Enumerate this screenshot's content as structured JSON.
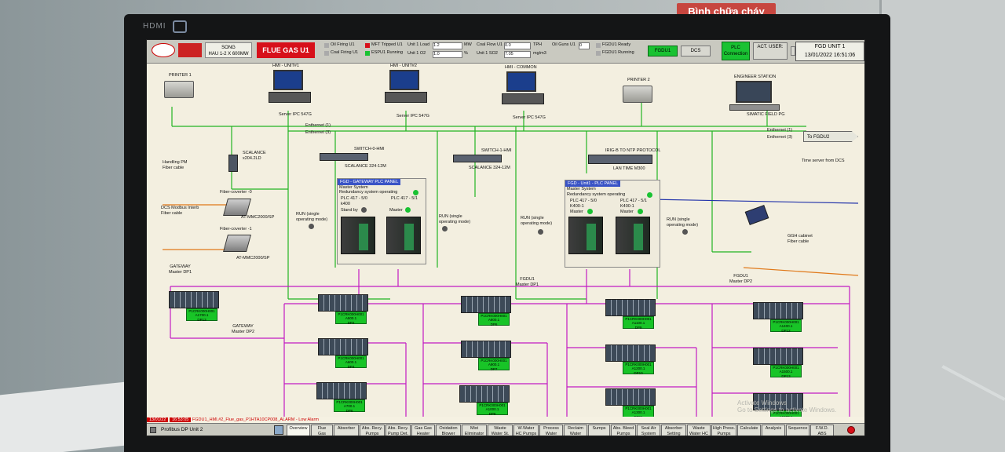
{
  "room": {
    "sign": "Bình chữa cháy"
  },
  "monitor": {
    "brand": "HDMI"
  },
  "topbar": {
    "plant_line1": "SONG",
    "plant_line2": "HAU 1-2 X 600MW",
    "title": "FLUE GAS U1",
    "oil_firing": "Oil Firing U1",
    "coal_firing": "Coal Firing U1",
    "mft": "MFT Tripped U1",
    "espu": "ESPU1 Running",
    "unit_load_label": "Unit 1 Load",
    "unit_load_value": "1.2",
    "unit_load_unit": "MW",
    "unit_o2_label": "Unit 1 O2",
    "unit_o2_value": "1.0",
    "unit_o2_unit": "%",
    "coal_flow_label": "Coal Flow U1",
    "coal_flow_value": "0.0",
    "coal_flow_unit": "TPH",
    "unit_so2_label": "Unit 1 SO2",
    "unit_so2_value": "7.05",
    "unit_so2_unit": "mg/m3",
    "oil_guns_label": "Oil Guns U1",
    "oil_guns_value": "0",
    "fgdu1_ready": "FGDU1 Ready",
    "fgdu1_running": "FGDU1 Running",
    "btn_fgdu1": "FGDU1",
    "btn_dcs": "DCS",
    "btn_plc": "PLC\nConnection",
    "act_user": "ACT. USER:",
    "unit_title": "FGD UNIT 1",
    "datetime": "13/01/2022 16:51:06"
  },
  "network": {
    "printer1": "PRINTER 1",
    "printer2": "PRINTER 2",
    "hmi_unit1": "HMI - UNIT#1",
    "hmi_unit2": "HMI - UNIT#2",
    "hmi_common": "HMI - COMMON",
    "engineer_station": "ENGINEER STATION",
    "server1": "Server IPC 547G",
    "server2": "Server IPC 547G",
    "server3": "Server IPC 547G",
    "simatic": "SIMATIC FIELD PG",
    "ethernet1": "Enthernet (1)",
    "ethernet3": "Enthernet (3)",
    "ethernet1_right": "Enthernet (1)",
    "ethernet3_right": "Enthernet (3)",
    "to_fgdu2": "To FGDU2",
    "scalance": "SCALANCE\nx204.2LD",
    "handling": "Handling PM\nFiber cable",
    "switch0": "SWITCH-0-HMI",
    "switch0_sub": "SCALANCE 324-12M",
    "switch1": "SWITCH-1-HMI",
    "switch1_sub": "SCALANCE 324-12M",
    "irig": "IRIG-B TO NTP PROTOCOL",
    "lan_time": "LAN TIME M300",
    "time_server": "Time server from DCS",
    "fiber_conv0": "Fiber-coverter -0",
    "dcs_modbus": "DCS Modbus Interb\nFiber cable",
    "atmmc1": "AT-MMC2000/SP",
    "fiber_conv1": "Fiber-coverter -1",
    "atmmc2": "AT-MMC2000/SP",
    "run_left": "RUN (single\noperating mode)",
    "run_mid": "RUN (single\noperating mode)",
    "run_right1": "RUN (single\noperating mode)",
    "run_right2": "RUN (single\noperating mode)",
    "gateway_head": "FGD - GATEWAY PLC PANEL",
    "gateway_sub": "Master System",
    "gateway_redund": "Redundancy system operating",
    "gw_plc0": "PLC 417 - 5/0\nk400",
    "gw_plc1": "PLC 417 - 5/1",
    "gw_standby": "Stand by",
    "gw_master": "Master",
    "unit1_head": "FGD - Unit1 - PLC PANEL",
    "unit1_sub": "Master System",
    "unit1_redund": "Redundancy system operating",
    "u1_plc0": "PLC 417 - 5/0\nK400-1",
    "u1_plc1": "PLC 417 - 5/1\nK400-1",
    "u1_master0": "Master",
    "u1_master1": "Master",
    "ggh": "GGH cabinet\nFiber cable",
    "gateway_dp1": "GATEWAY\nMaster DP1",
    "gateway_dp2": "GATEWAY\nMaster DP2",
    "fgdu1_dp1": "FGDU1\nMaster DP1",
    "fgdu1_dp2": "FGDU1\nMaster DP2"
  },
  "dp_nodes": [
    {
      "id": "dp0",
      "tag": "P1CRK000H001\nA1700.1\nDP13"
    },
    {
      "id": "dp1",
      "tag": "P1CRK000H001\nA500.1\nDP2"
    },
    {
      "id": "dp2",
      "tag": "P1CRK000H001\nA600.1\nDP4"
    },
    {
      "id": "dp3",
      "tag": "P1CRK000H001\nA700.1\nDP6"
    },
    {
      "id": "dp4",
      "tag": "P1CRK000H001\nA800.1\nDP6"
    },
    {
      "id": "dp5",
      "tag": "P1CRK000H001\nA900.1\nDP7"
    },
    {
      "id": "dp6",
      "tag": "P1CRK000H001\nA1000.1\nDP8"
    },
    {
      "id": "dp7",
      "tag": "P1CRK000H001\nA1100.1\nDP9"
    },
    {
      "id": "dp8",
      "tag": "P1CRK000H001\nA1200.1\nDP10"
    },
    {
      "id": "dp9",
      "tag": "P1CRK000H001\nA1300.1\nDP11"
    },
    {
      "id": "dp10",
      "tag": "P1CRK000H001\nA1400.1\nDP12"
    },
    {
      "id": "dp11",
      "tag": "P1CRK000H001\nA1500.1\nDP13"
    },
    {
      "id": "dp12",
      "tag": "P1CRK000H001\nA1600.1\nDP14"
    }
  ],
  "alarm": {
    "date": "13/01/22",
    "time": "16:53:05",
    "text": "FGDU1_HMI.#2_Flue_gas_P1HTA10CP008_ALARM - Low Alarm"
  },
  "watermark": "Activate Windows\nGo to Settings to activate Windows.",
  "nav": {
    "screen_name": "Profibus DP Unit 2",
    "buttons": [
      "Overview",
      "Flue\nGas",
      "Absorber",
      "Abs. Recy.\nPumps",
      "Abs. Recy.\nPump Det.",
      "Gas Gas\nHeater",
      "Oxidation\nBlower",
      "Mist\nEliminator",
      "Waste\nWater St.",
      "W.Water\nHC Pumps",
      "Process\nWater",
      "Reclaim\nWater",
      "Sumps",
      "Abs. Bleed\nPumps",
      "Seal Air\nSystem",
      "Absorber\nSetting",
      "Waste\nWater HC",
      "High Press.\nPumps",
      "Calculate",
      "Analysis",
      "Sequence",
      "F.W.D. ABS\nIsland"
    ]
  },
  "colors": {
    "ethernet": "#22b422",
    "profibus": "#c21ac2",
    "fiber": "#e07818",
    "timeserver": "#2233aa",
    "status_green": "#19c232",
    "title_red": "#d7101a"
  }
}
